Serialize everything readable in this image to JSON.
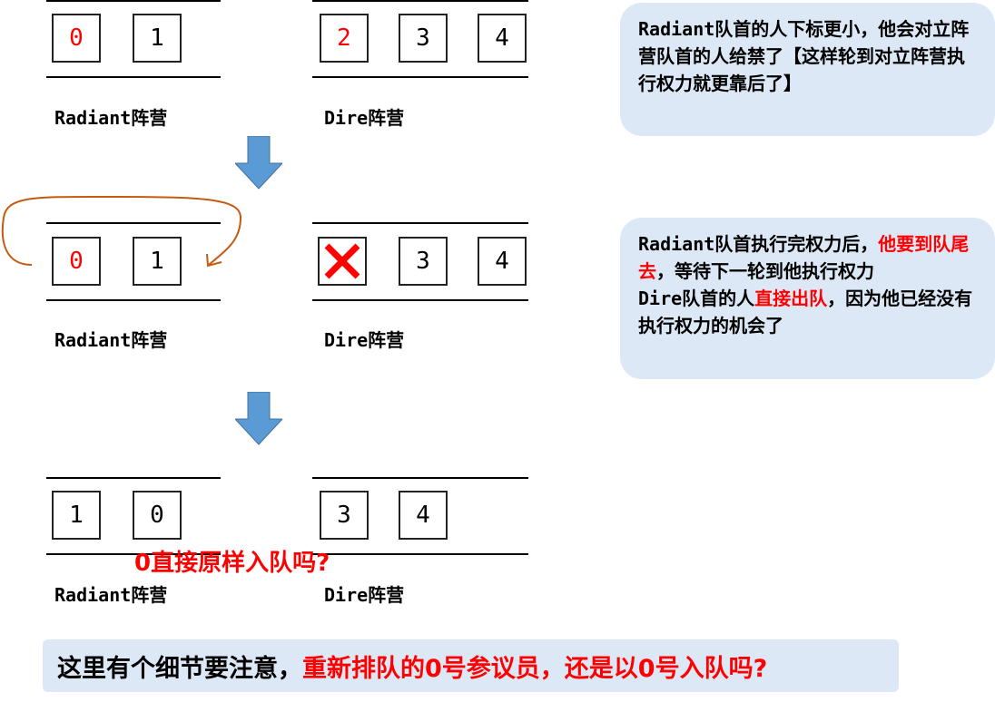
{
  "groups": [
    {
      "radiant": {
        "label": "Radiant阵营",
        "items": [
          {
            "v": "0",
            "red": true
          },
          {
            "v": "1"
          }
        ]
      },
      "dire": {
        "label": "Dire阵营",
        "items": [
          {
            "v": "2",
            "red": true
          },
          {
            "v": "3"
          },
          {
            "v": "4"
          }
        ]
      }
    },
    {
      "radiant": {
        "label": "Radiant阵营",
        "items": [
          {
            "v": "0",
            "red": true
          },
          {
            "v": "1"
          }
        ]
      },
      "dire": {
        "label": "Dire阵营",
        "items": [
          {
            "v": "X"
          },
          {
            "v": "3"
          },
          {
            "v": "4"
          }
        ]
      }
    },
    {
      "radiant": {
        "label": "Radiant阵营",
        "items": [
          {
            "v": "1"
          },
          {
            "v": "0"
          }
        ]
      },
      "dire": {
        "label": "Dire阵营",
        "items": [
          {
            "v": "3"
          },
          {
            "v": "4"
          }
        ]
      }
    }
  ],
  "callout1": {
    "text": "Radiant队首的人下标更小，他会对立阵营队首的人给禁了【这样轮到对立阵营执行权力就更靠后了】"
  },
  "callout2": {
    "p1": "Radiant队首执行完权力后，",
    "p1_red": "他要到队尾去",
    "p1_end": "，等待下一轮到他执行权力",
    "p2": "Dire队首的人",
    "p2_red": "直接出队",
    "p2_end": "，因为他已经没有执行权力的机会了"
  },
  "question": "0直接原样入队吗?",
  "banner": {
    "text": "这里有个细节要注意，",
    "red": "重新排队的0号参议员，还是以0号入队吗?"
  },
  "colors": {
    "arrow": "#5b9bd5",
    "curve": "#c55a11",
    "callout_bg": "#dce8f5",
    "red": "#ff0000"
  }
}
